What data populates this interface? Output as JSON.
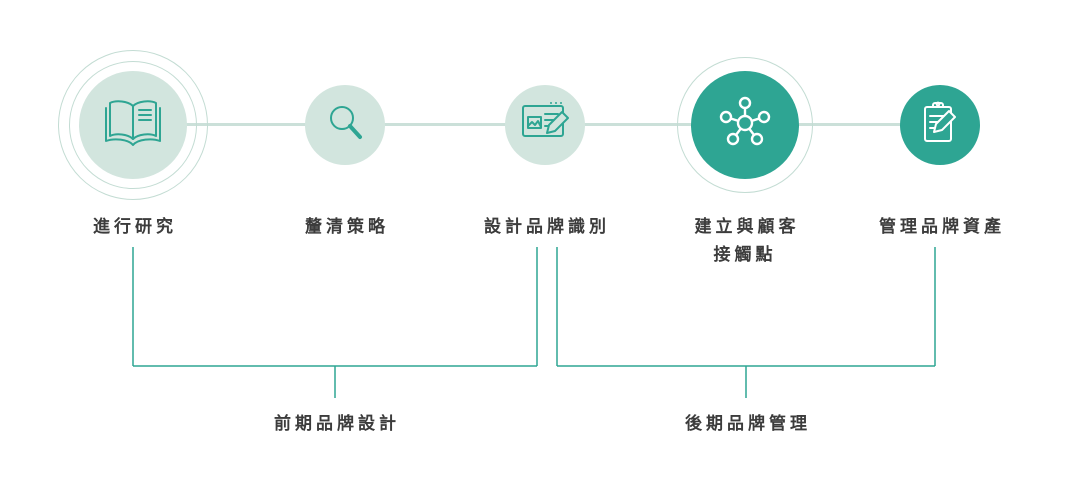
{
  "diagram_title": "brand-process-flow",
  "steps": [
    {
      "label": "進行研究",
      "icon": "open-book-icon",
      "emphasis": "large-light"
    },
    {
      "label": "釐清策略",
      "icon": "magnifier-icon",
      "emphasis": "small-light"
    },
    {
      "label": "設計品牌識別",
      "icon": "browser-design-icon",
      "emphasis": "small-light"
    },
    {
      "label": "建立與顧客\n接觸點",
      "icon": "network-hub-icon",
      "emphasis": "large-dark"
    },
    {
      "label": "管理品牌資產",
      "icon": "clipboard-pencil-icon",
      "emphasis": "small-dark"
    }
  ],
  "groups": [
    {
      "label": "前期品牌設計"
    },
    {
      "label": "後期品牌管理"
    }
  ],
  "colors": {
    "accent_dark_teal": "#2ea593",
    "accent_light_teal": "#d2e5de",
    "ring_teal": "#c3dcd3",
    "connector_teal": "#cbe0d9",
    "text": "#3c3c3c"
  }
}
